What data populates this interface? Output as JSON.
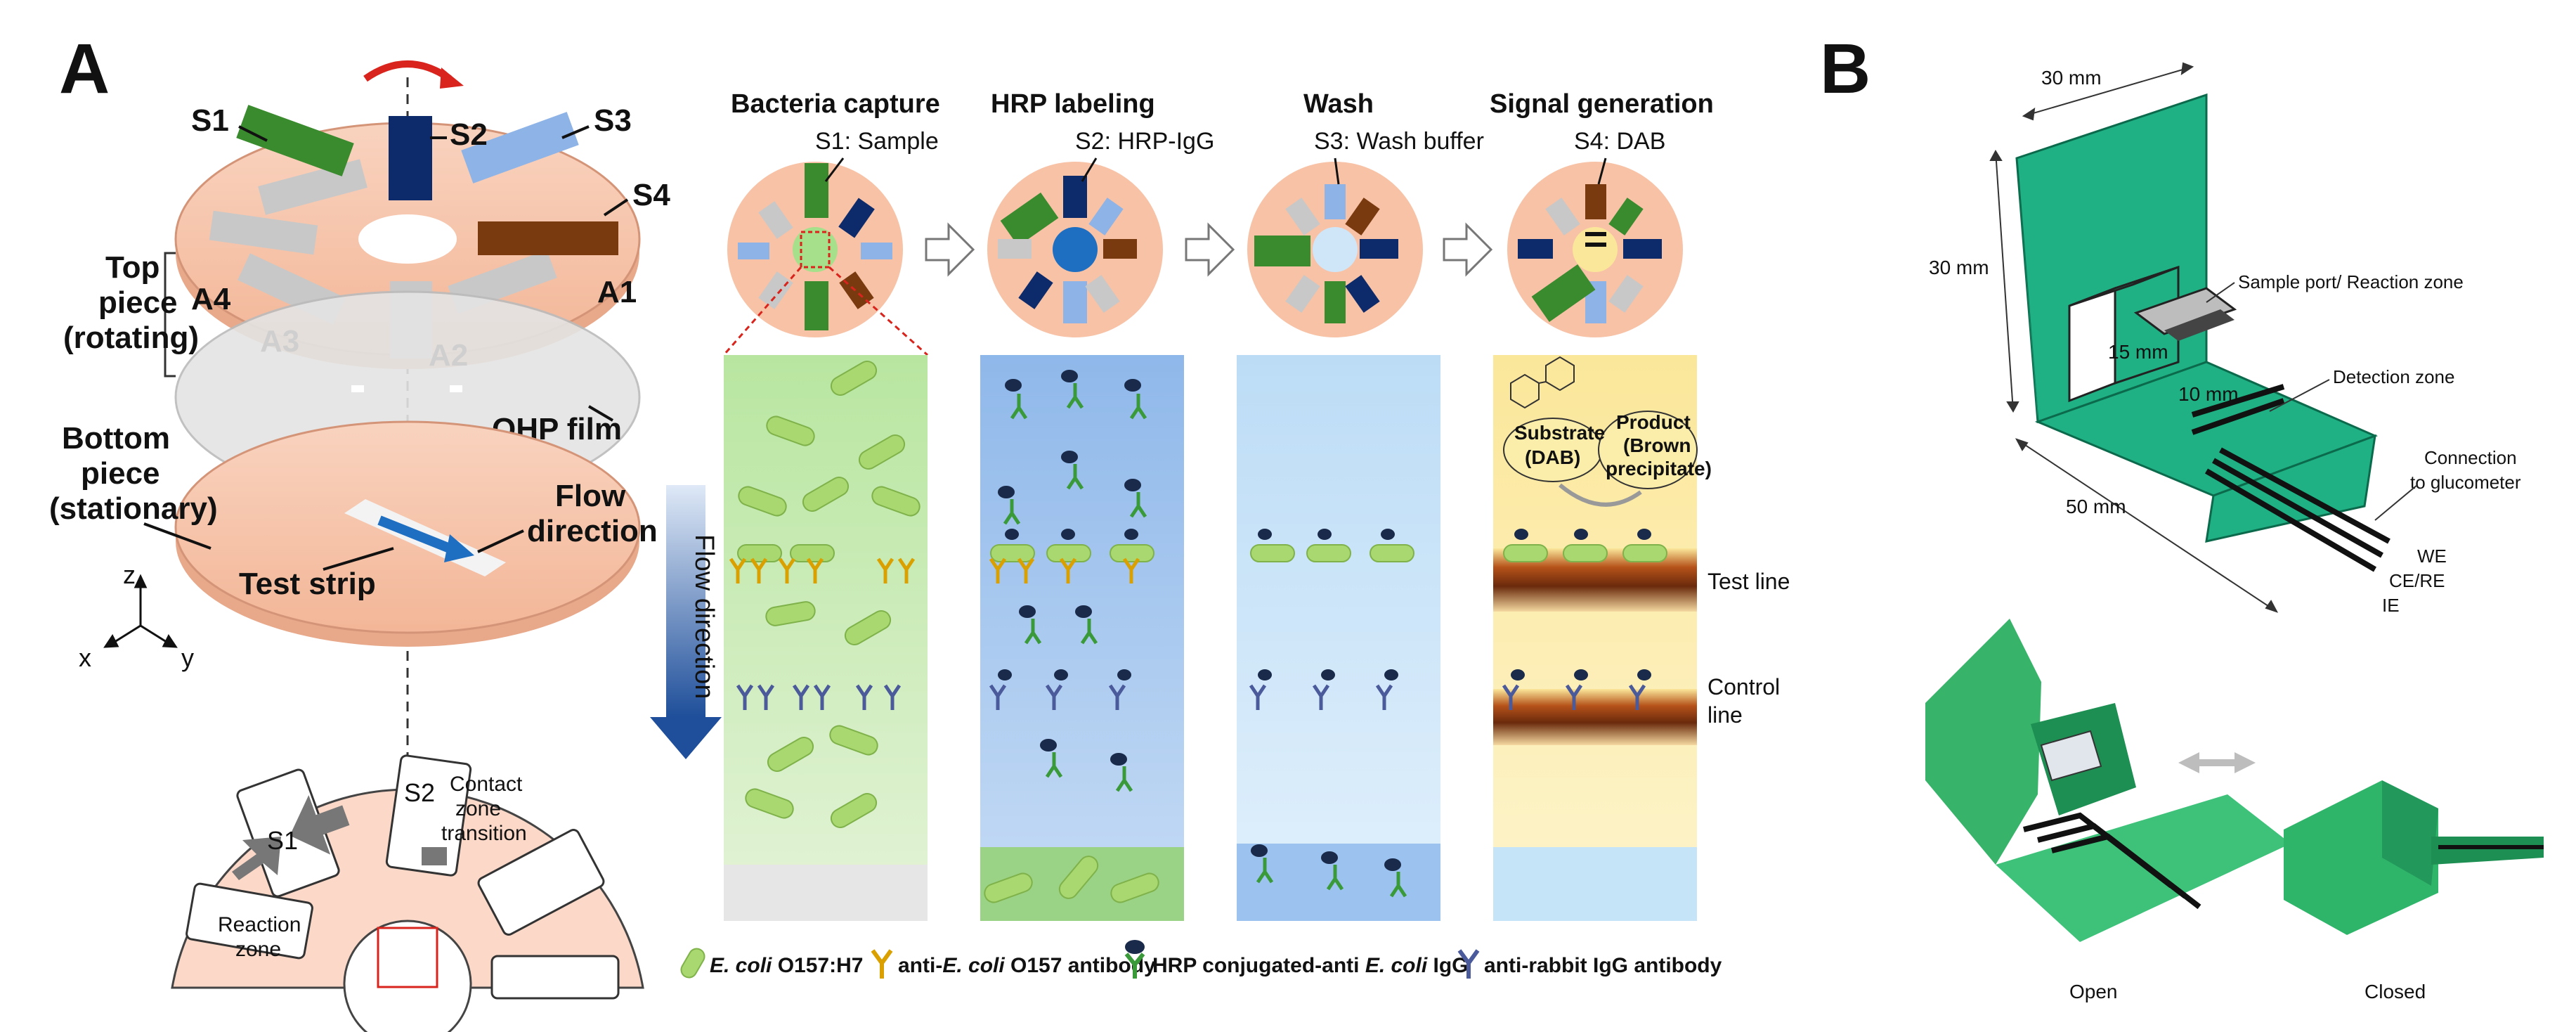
{
  "panel_a": {
    "label": "A",
    "disk": {
      "s1": "S1",
      "s2": "S2",
      "s3": "S3",
      "s4": "S4",
      "a1": "A1",
      "a2": "A2",
      "a3": "A3",
      "a4": "A4",
      "top_piece": [
        "Top",
        "piece",
        "(rotating)"
      ],
      "bottom_piece": [
        "Bottom",
        "piece",
        "(stationary)"
      ],
      "ohp_film": "OHP film",
      "flow_direction": [
        "Flow",
        "direction"
      ],
      "test_strip": "Test strip",
      "axis_z": "z",
      "axis_x": "x",
      "axis_y": "y"
    },
    "bottom_view": {
      "s1": "S1",
      "s2": "S2",
      "contact_zone": [
        "Contact",
        "zone",
        "transition"
      ],
      "reaction_zone": [
        "Reaction",
        "zone"
      ]
    },
    "steps": [
      {
        "title": "Bacteria capture",
        "reagent": "S1: Sample"
      },
      {
        "title": "HRP labeling",
        "reagent": "S2: HRP-IgG"
      },
      {
        "title": "Wash",
        "reagent": "S3: Wash buffer"
      },
      {
        "title": "Signal generation",
        "reagent": "S4: DAB"
      }
    ],
    "flow_arrow_label": "Flow direction",
    "substrate_label": [
      "Substrate",
      "(DAB)"
    ],
    "product_label": [
      "Product",
      "(Brown",
      "precipitate)"
    ],
    "test_line": "Test line",
    "control_line": [
      "Control",
      "line"
    ],
    "legend": [
      {
        "icon": "bacteria-icon",
        "italic": "E. coli",
        "text": " O157:H7"
      },
      {
        "icon": "antibody-yellow-icon",
        "prefix": "anti-",
        "italic": "E. coli",
        "text": " O157 antibody"
      },
      {
        "icon": "hrp-antibody-icon",
        "prefix": "HRP conjugated-anti ",
        "italic": "E. coli",
        "text": " IgG"
      },
      {
        "icon": "antibody-blue-icon",
        "prefix": "",
        "italic": "",
        "text": "anti-rabbit IgG antibody"
      }
    ]
  },
  "panel_b": {
    "label": "B",
    "dims": {
      "width": "30 mm",
      "height": "30 mm",
      "length": "50 mm",
      "port_w": "15 mm",
      "port_h": "10 mm"
    },
    "callouts": {
      "sample_port": "Sample port/ Reaction zone",
      "detection_zone": "Detection zone",
      "connection": [
        "Connection",
        "to glucometer"
      ],
      "we": "WE",
      "ce_re": "CE/RE",
      "ie": "IE"
    },
    "photo_labels": {
      "open": "Open",
      "closed": "Closed"
    }
  },
  "colors": {
    "disk": "#f7c8b0",
    "s1": "#3a8a2e",
    "s2": "#0d2a6b",
    "s3": "#8eb3e6",
    "s4": "#7a3a10",
    "green_panel": "#c8e8b4",
    "blue_panel": "#a9c8ef",
    "light_blue_panel": "#cfe6f9",
    "yellow_panel": "#fbeeaa",
    "device_green": "#1fb184"
  }
}
